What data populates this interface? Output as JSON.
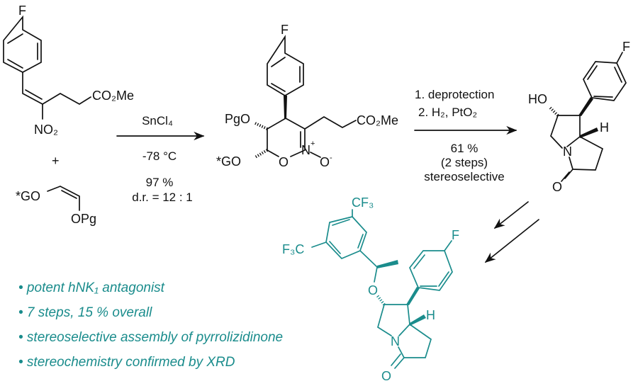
{
  "colors": {
    "ink": "#111111",
    "target_compound": "#1a8c8c"
  },
  "nitroalkene": {
    "fluoro": "F",
    "ester": "CO₂Me",
    "nitro": "NO₂"
  },
  "plus": "+",
  "enol_ether": {
    "left": "*GO",
    "right": "OPg"
  },
  "step1": {
    "reagent": "SnCl₄",
    "temperature": "-78 °C",
    "yield": "97 %",
    "dr": "d.r. = 12 : 1"
  },
  "nitronate": {
    "fluoro": "F",
    "pgo": "PgO",
    "go": "*GO",
    "ring_o": "O",
    "n": "N",
    "n_charge": "+",
    "o_minus": "O",
    "o_charge": "-",
    "ester": "CO₂Me"
  },
  "step2": {
    "line1": "1. deprotection",
    "line2": "2. H₂, PtO₂",
    "yield": "61 %",
    "steps": "(2 steps)",
    "note": "stereoselective"
  },
  "pyrrolizidinone": {
    "ho": "HO",
    "fluoro": "F",
    "h": "H",
    "n": "N",
    "o": "O"
  },
  "target": {
    "cf3": "CF₃",
    "f3c": "F₃C",
    "ether_o": "O",
    "fluoro": "F",
    "h": "H",
    "n": "N",
    "o": "O"
  },
  "bullets": [
    "• potent hNK₁ antagonist",
    "• 7 steps, 15 % overall",
    "• stereoselective assembly of pyrrolizidinone",
    "• stereochemistry confirmed by XRD"
  ]
}
